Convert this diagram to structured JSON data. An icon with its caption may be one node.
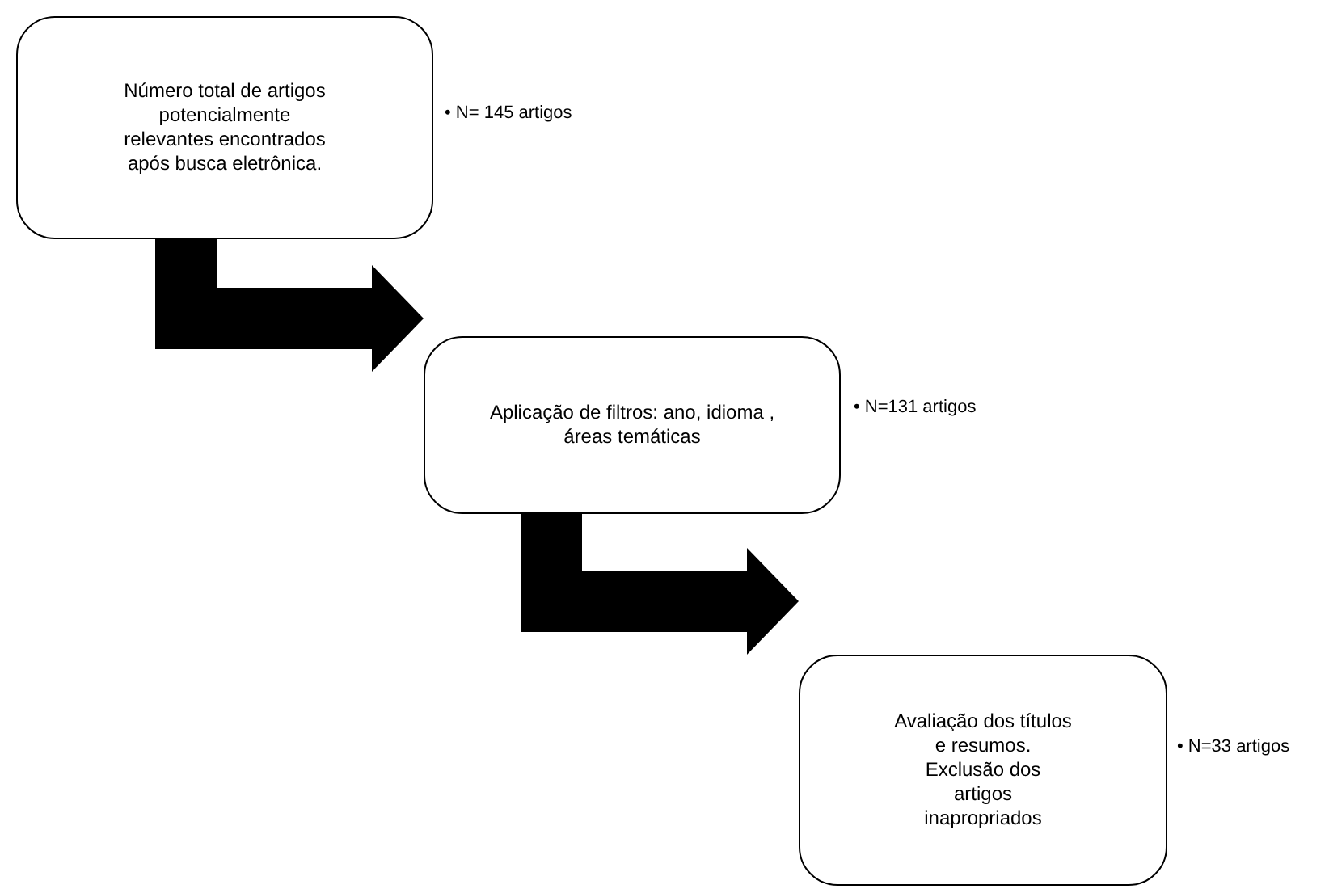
{
  "diagram": {
    "nodes": [
      {
        "text": [
          "Número total de artigos potencialmente relevantes encontrados após busca eletrônica."
        ],
        "beside": [
          "• N= 145 artigos"
        ]
      },
      {
        "text": [
          "Aplicação de filtros: ano, idioma , áreas temáticas"
        ],
        "beside": [
          "• N=131 artigos"
        ]
      },
      {
        "text": [
          "Avaliação dos títulos e resumos. Exclusão dos artigos inapropriados"
        ],
        "beside": [
          "• N=33 artigos"
        ]
      }
    ],
    "edges": [
      {
        "from": 0,
        "to": 1,
        "arrow": "to"
      },
      {
        "from": 1,
        "to": 2,
        "arrow": "to"
      }
    ]
  }
}
